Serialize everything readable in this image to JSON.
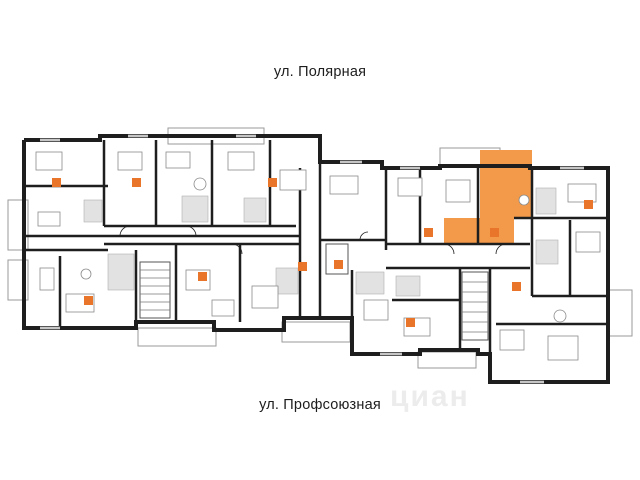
{
  "streets": {
    "top": "ул. Полярная",
    "bottom": "ул. Профсоюзная"
  },
  "watermark": "циан",
  "colors": {
    "wall": "#1e1e1e",
    "highlight_apartment": "#f29a4a",
    "badge": "#e8752a",
    "floor": "#ffffff",
    "tile": "#d9d9d9",
    "furniture": "#8a8a8a"
  },
  "plan": {
    "highlighted_apartment": "corner unit near top-right section"
  }
}
